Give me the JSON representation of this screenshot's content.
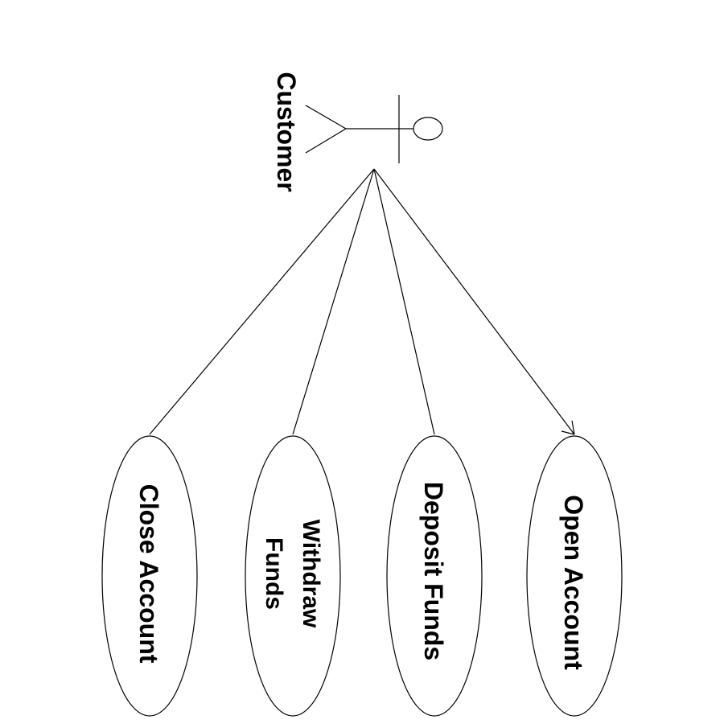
{
  "diagram": {
    "type": "use-case",
    "orientation": "rotated 90 degrees clockwise",
    "actor": {
      "label": "Customer",
      "icon": "stick-figure-icon"
    },
    "use_cases": [
      {
        "id": "close-account",
        "lines": [
          "Close Account"
        ]
      },
      {
        "id": "withdraw-funds",
        "lines": [
          "Withdraw",
          "Funds"
        ]
      },
      {
        "id": "deposit-funds",
        "lines": [
          "Deposit Funds"
        ]
      },
      {
        "id": "open-account",
        "lines": [
          "Open Account"
        ]
      }
    ],
    "associations": [
      {
        "from": "actor",
        "to": "close-account",
        "arrow": false
      },
      {
        "from": "actor",
        "to": "withdraw-funds",
        "arrow": false
      },
      {
        "from": "actor",
        "to": "deposit-funds",
        "arrow": false
      },
      {
        "from": "actor",
        "to": "open-account",
        "arrow": true
      }
    ],
    "colors": {
      "line": "#000000",
      "background": "#ffffff"
    }
  }
}
